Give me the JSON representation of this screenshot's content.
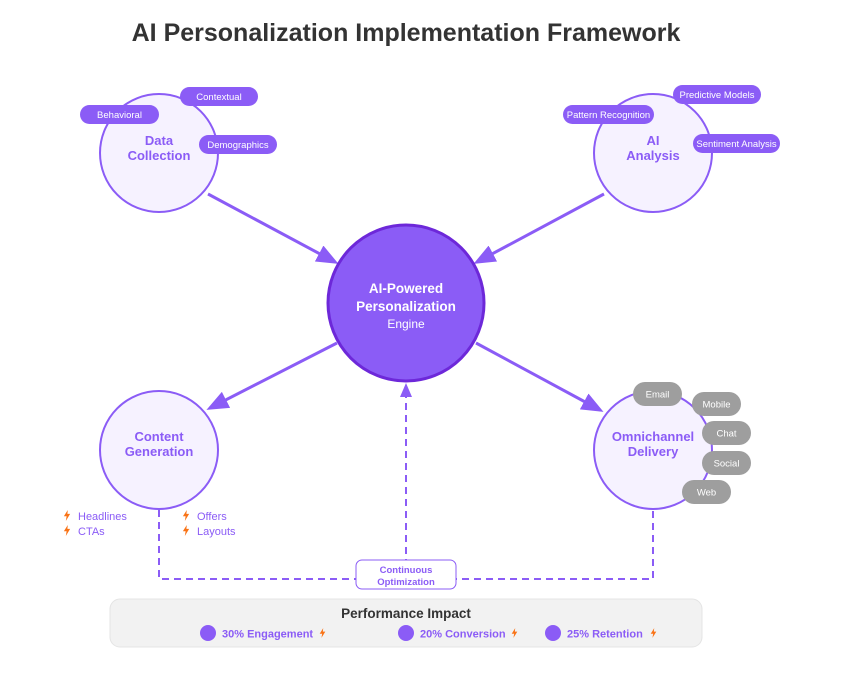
{
  "title": "AI Personalization Implementation Framework",
  "colors": {
    "primary": "#8b5cf6",
    "center_fill": "#7c4dea",
    "node_fill": "#f6f2ff",
    "pill_gray": "#9e9e9e",
    "bolt": "#f97316",
    "panel": "#f2f2f2"
  },
  "center": {
    "line1": "AI-Powered",
    "line2": "Personalization",
    "line3": "Engine"
  },
  "data_collection": {
    "line1": "Data",
    "line2": "Collection",
    "tags": [
      "Behavioral",
      "Contextual",
      "Demographics"
    ]
  },
  "ai_analysis": {
    "line1": "AI",
    "line2": "Analysis",
    "tags": [
      "Pattern Recognition",
      "Predictive Models",
      "Sentiment Analysis"
    ]
  },
  "content_generation": {
    "line1": "Content",
    "line2": "Generation",
    "bullets": [
      "Headlines",
      "CTAs",
      "Offers",
      "Layouts"
    ],
    "bullet_icon": "lightning-icon"
  },
  "omnichannel": {
    "line1": "Omnichannel",
    "line2": "Delivery",
    "channels": [
      "Email",
      "Mobile",
      "Chat",
      "Social",
      "Web"
    ]
  },
  "optimization": {
    "line1": "Continuous",
    "line2": "Optimization"
  },
  "performance": {
    "title": "Performance Impact",
    "metrics": [
      "30% Engagement",
      "20% Conversion",
      "25% Retention"
    ],
    "metric_icon": "lightning-icon"
  }
}
